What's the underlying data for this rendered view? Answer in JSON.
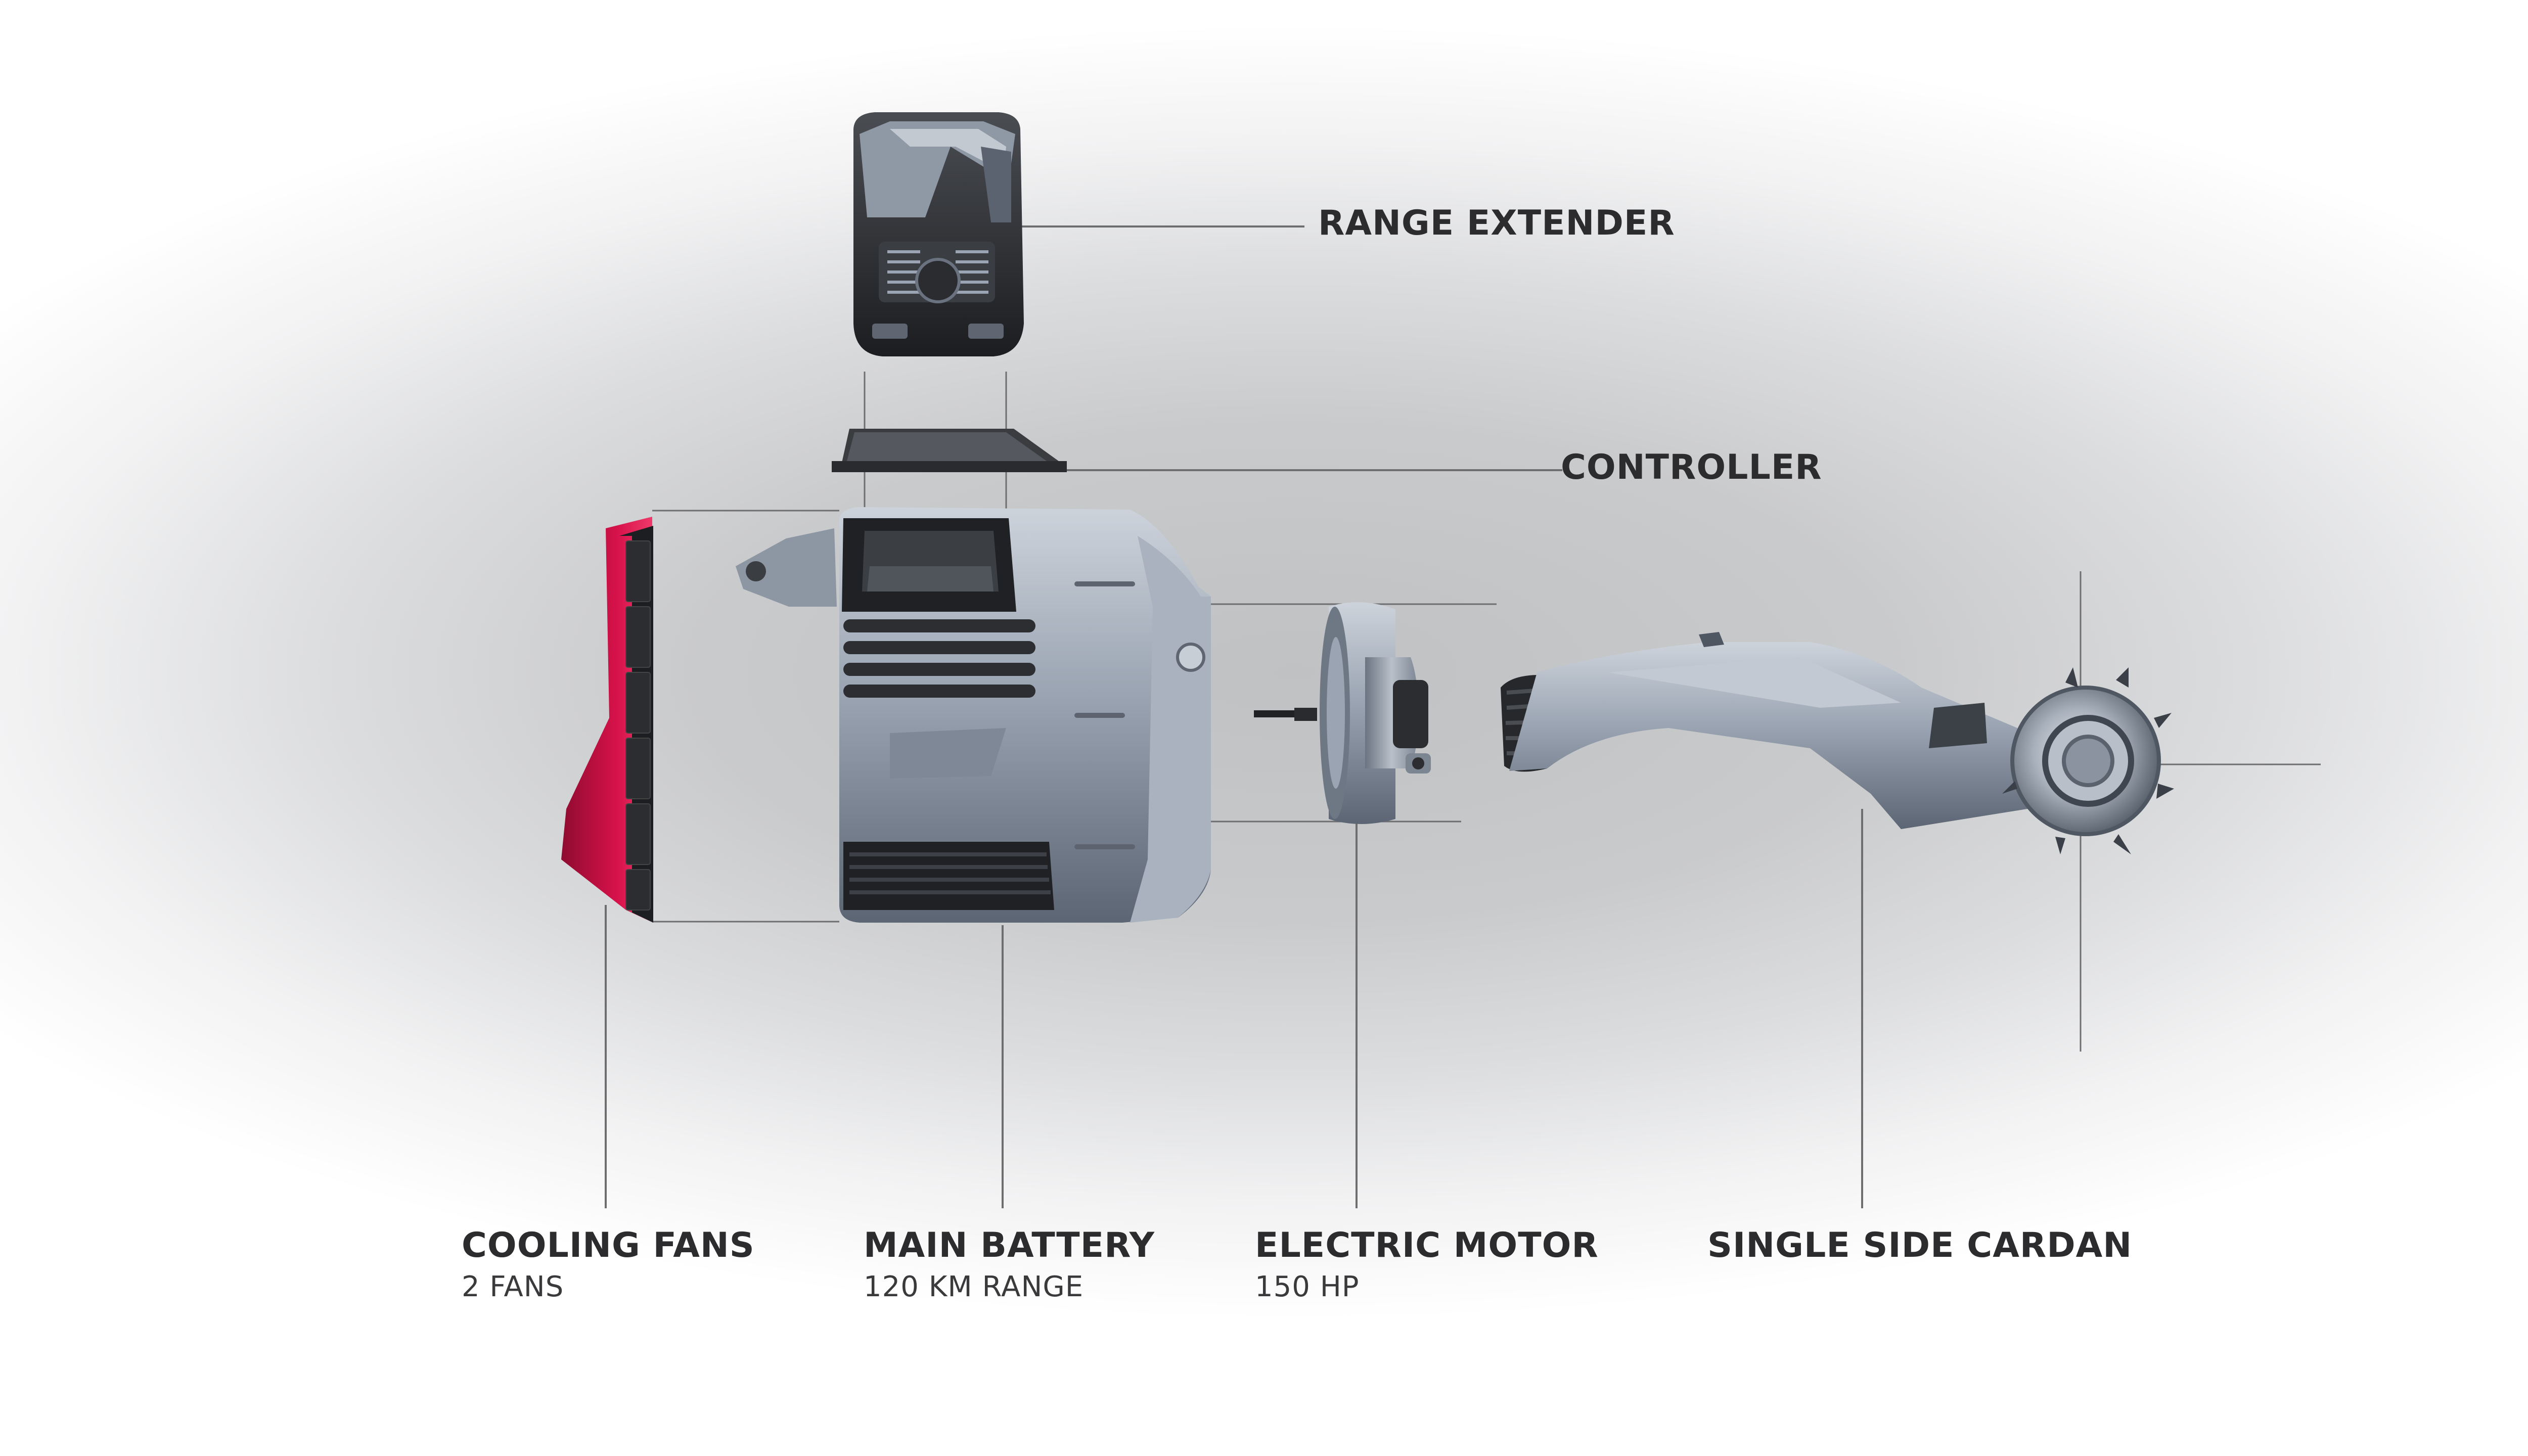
{
  "colors": {
    "background_center": "#c4c5c7",
    "background_edge": "#ffffff",
    "text": "#2c2c2e",
    "leader_line": "#6e6e70",
    "metal": "#9aa4b2",
    "dark_part": "#2b2d30",
    "fan_accent": "#d6124a"
  },
  "components": {
    "range_extender": {
      "title": "RANGE EXTENDER"
    },
    "controller": {
      "title": "CONTROLLER"
    },
    "cooling_fans": {
      "title": "COOLING FANS",
      "detail": "2 FANS"
    },
    "main_battery": {
      "title": "MAIN BATTERY",
      "detail": "120 KM RANGE"
    },
    "electric_motor": {
      "title": "ELECTRIC MOTOR",
      "detail": "150 HP"
    },
    "single_side_cardan": {
      "title": "SINGLE SIDE CARDAN"
    }
  },
  "icons": {
    "range_extender": "range-extender-icon",
    "controller": "controller-icon",
    "cooling_fans": "cooling-fans-icon",
    "main_battery": "main-battery-icon",
    "electric_motor": "electric-motor-icon",
    "single_side_cardan": "cardan-icon"
  }
}
